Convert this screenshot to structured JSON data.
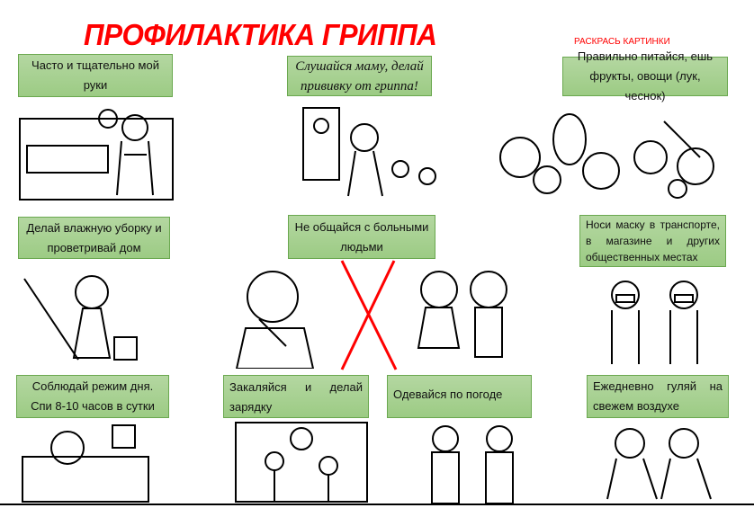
{
  "title": "ПРОФИЛАКТИКА ГРИППА",
  "hint": "РАСКРАСЬ КАРТИНКИ",
  "tips": [
    "Часто и тщательно мой руки",
    "Слушайся маму, делай прививку от гриппа!",
    "Правильно питайся, ешь фрукты, овощи (лук, чеснок)",
    "Делай влажную уборку и проветривай дом",
    "Не общайся с больными людьми",
    "Носи маску в транспорте, в магазине и других общественных местах",
    "Соблюдай режим дня. Спи 8-10 часов в сутки",
    "Закаляйся и делай зарядку",
    "Одевайся по погоде",
    "Ежедневно гуляй на свежем воздухе"
  ],
  "colors": {
    "title": "#ff0000",
    "box": "#a9d18e",
    "box_border": "#6aa84f"
  }
}
